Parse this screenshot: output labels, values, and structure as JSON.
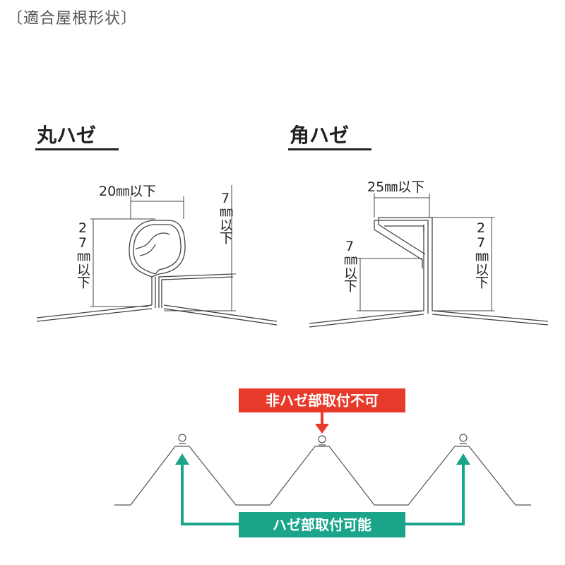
{
  "page_title": "〔適合屋根形状〕",
  "round_seam": {
    "title": "丸ハゼ",
    "width_label": "20㎜以下",
    "height_label": "27㎜以下",
    "seam_height_label": "7㎜以下"
  },
  "square_seam": {
    "title": "角ハゼ",
    "width_label": "25㎜以下",
    "height_label": "27㎜以下",
    "seam_height_label": "7㎜以下"
  },
  "roof_profile": {
    "not_allowed_label": "非ハゼ部取付不可",
    "allowed_label": "ハゼ部取付可能"
  },
  "colors": {
    "not_allowed": "#e73a2a",
    "allowed": "#1aa58b",
    "line": "#444444"
  }
}
